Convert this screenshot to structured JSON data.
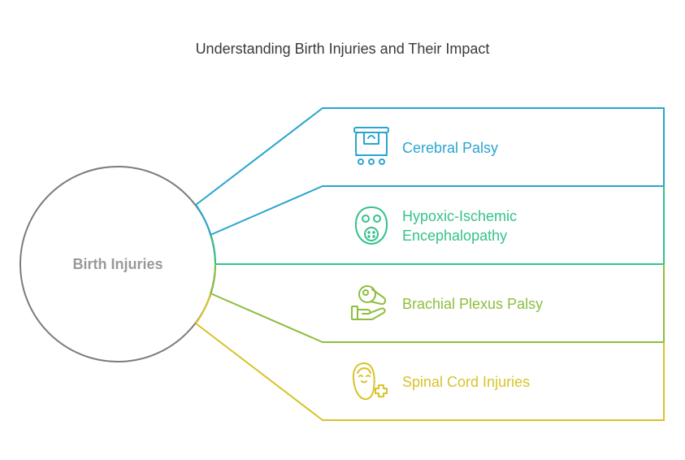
{
  "title": "Understanding Birth Injuries and Their Impact",
  "center": {
    "label": "Birth Injuries",
    "color": "#999999"
  },
  "items": [
    {
      "label": "Cerebral Palsy",
      "icon": "ambulance-bed-icon",
      "color": "#2AA5CF"
    },
    {
      "label": "Hypoxic-Ischemic Encephalopathy",
      "icon": "oxygen-mask-icon",
      "color": "#35C28A"
    },
    {
      "label": "Brachial Plexus Palsy",
      "icon": "hand-holding-baby-icon",
      "color": "#8DBE3E"
    },
    {
      "label": "Spinal Cord Injuries",
      "icon": "baby-medical-icon",
      "color": "#D9C32A"
    }
  ]
}
